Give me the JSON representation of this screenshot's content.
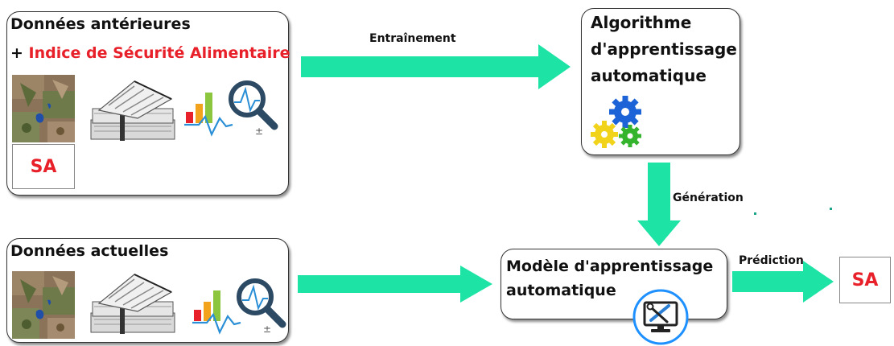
{
  "colors": {
    "arrow": "#1de3a5",
    "accent_red": "#e8202a",
    "border": "#333333"
  },
  "top_left_box": {
    "title": "Données antérieures",
    "plus": "+ ",
    "index_label": "Indice de Sécurité Alimentaire",
    "sa_label": "SA",
    "icons": [
      "satellite-image-icon",
      "newspaper-stack-icon",
      "chart-magnifier-icon"
    ]
  },
  "bottom_left_box": {
    "title": "Données actuelles",
    "icons": [
      "satellite-image-icon",
      "newspaper-stack-icon",
      "chart-magnifier-icon"
    ]
  },
  "algorithm_box": {
    "title_line1": "Algorithme",
    "title_line2": "d'apprentissage",
    "title_line3": "automatique",
    "icon": "gears-icon"
  },
  "model_box": {
    "title_line1": "Modèle d'apprentissage",
    "title_line2": "automatique",
    "icon": "monitor-tools-icon"
  },
  "arrows": {
    "training": "Entraînement",
    "generation": "Génération",
    "prediction": "Prédiction"
  },
  "output_box": {
    "label": "SA"
  }
}
